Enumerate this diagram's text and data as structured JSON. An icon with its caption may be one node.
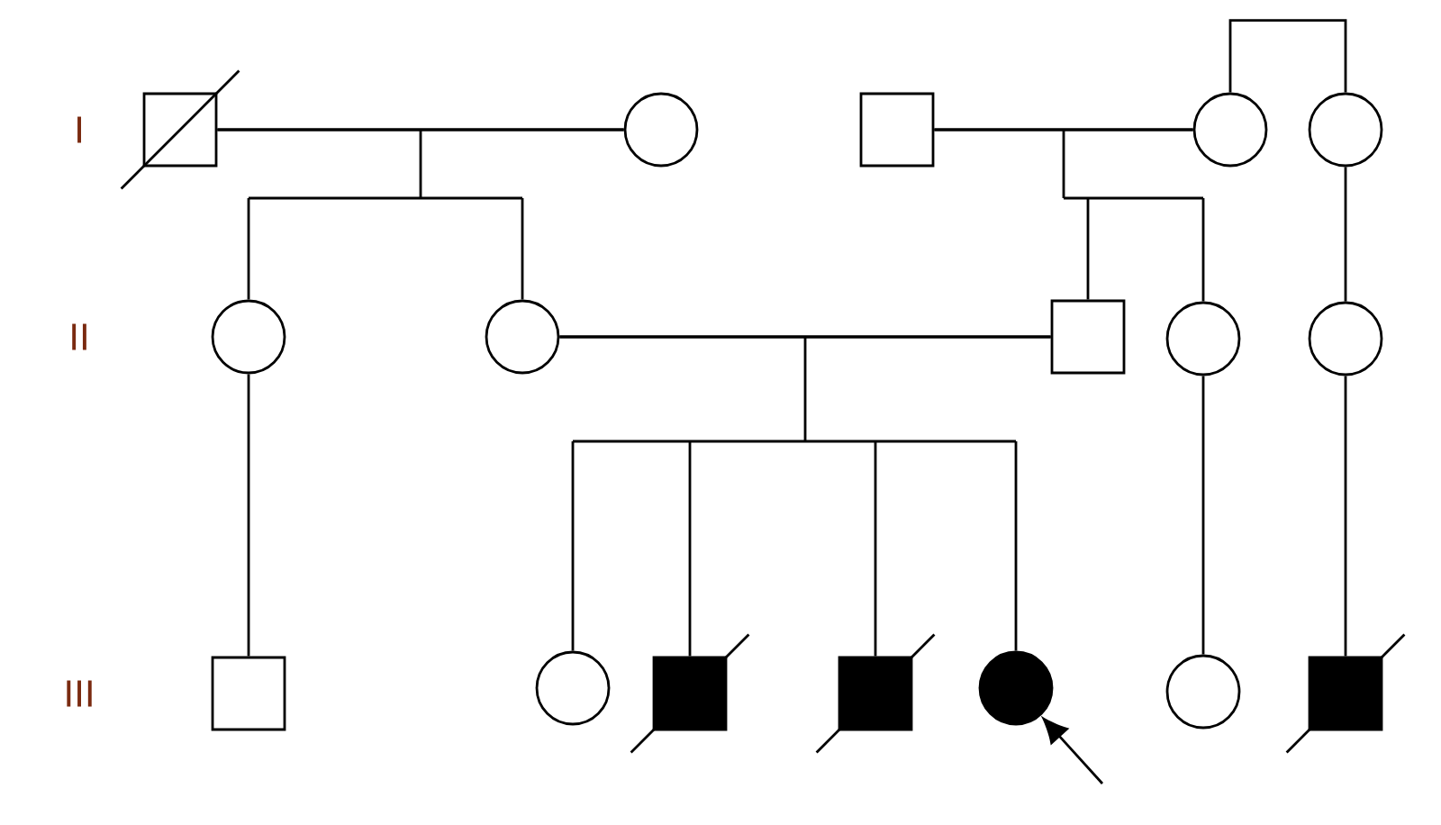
{
  "diagram": {
    "nodes": [
      {
        "text": [],
        "shape": "crossed-box"
      },
      {
        "text": [],
        "shape": "circle"
      },
      {
        "text": [],
        "shape": "box"
      },
      {
        "text": [],
        "shape": "circle"
      },
      {
        "text": [],
        "shape": "circle"
      },
      {
        "text": [],
        "shape": "circle"
      },
      {
        "text": [],
        "shape": "circle"
      },
      {
        "text": [],
        "shape": "box"
      },
      {
        "text": [],
        "shape": "circle"
      },
      {
        "text": [],
        "shape": "circle"
      },
      {
        "text": [],
        "shape": "box"
      },
      {
        "text": [],
        "shape": "circle"
      },
      {
        "text": [],
        "shape": "filled-crossed-box"
      },
      {
        "text": [],
        "shape": "filled-crossed-box"
      },
      {
        "text": [],
        "shape": "filled-circle"
      },
      {
        "text": [],
        "shape": "circle"
      },
      {
        "text": [],
        "shape": "filled-crossed-box"
      }
    ],
    "edges": [
      {
        "from": 0,
        "to": 1,
        "arrow": "none"
      },
      {
        "from": 2,
        "to": 3,
        "arrow": "none"
      },
      {
        "from": 3,
        "to": 4,
        "arrow": "none"
      },
      {
        "from": 0,
        "to": 5,
        "arrow": "none"
      },
      {
        "from": 1,
        "to": 5,
        "arrow": "none"
      },
      {
        "from": 0,
        "to": 6,
        "arrow": "none"
      },
      {
        "from": 1,
        "to": 6,
        "arrow": "none"
      },
      {
        "from": 2,
        "to": 7,
        "arrow": "none"
      },
      {
        "from": 3,
        "to": 7,
        "arrow": "none"
      },
      {
        "from": 2,
        "to": 8,
        "arrow": "none"
      },
      {
        "from": 3,
        "to": 8,
        "arrow": "none"
      },
      {
        "from": 4,
        "to": 9,
        "arrow": "none"
      },
      {
        "from": 5,
        "to": 10,
        "arrow": "none"
      },
      {
        "from": 6,
        "to": 11,
        "arrow": "none"
      },
      {
        "from": 7,
        "to": 11,
        "arrow": "none"
      },
      {
        "from": 6,
        "to": 12,
        "arrow": "none"
      },
      {
        "from": 7,
        "to": 12,
        "arrow": "none"
      },
      {
        "from": 6,
        "to": 13,
        "arrow": "none"
      },
      {
        "from": 7,
        "to": 13,
        "arrow": "none"
      },
      {
        "from": 6,
        "to": 14,
        "arrow": "none"
      },
      {
        "from": 7,
        "to": 14,
        "arrow": "none"
      },
      {
        "from": 8,
        "to": 15,
        "arrow": "none"
      },
      {
        "from": 9,
        "to": 16,
        "arrow": "none"
      },
      {
        "from": null,
        "to": 14,
        "arrow": "to"
      },
      {
        "from": 6,
        "to": 7,
        "arrow": "none"
      }
    ],
    "labels": [
      "I",
      "II",
      "III"
    ]
  }
}
